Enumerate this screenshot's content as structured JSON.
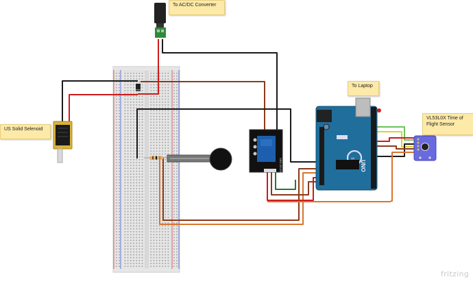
{
  "labels": {
    "ac_dc": "To AC/DC Converter",
    "laptop": "To Laptop",
    "solenoid": "US Solid Selenoid",
    "tof_sensor": "VL53L0X Time of Flight Sensor",
    "watermark": "fritzing"
  },
  "board_text": {
    "arduino_model": "UNO",
    "relay_name": "SRD-05VDC"
  },
  "colors": {
    "wire_red": "#cc1a1a",
    "wire_black": "#1a1a1a",
    "wire_brown": "#8b3a1a",
    "wire_orange": "#d9732e",
    "wire_green": "#6ac259",
    "wire_yellow": "#d8d23a",
    "breadboard": "#e6e6e6",
    "arduino_blue": "#1f6e9c",
    "relay_blue": "#1d5fae",
    "sensor_purple": "#6a6ae0",
    "note_bg": "#fde9a8"
  }
}
